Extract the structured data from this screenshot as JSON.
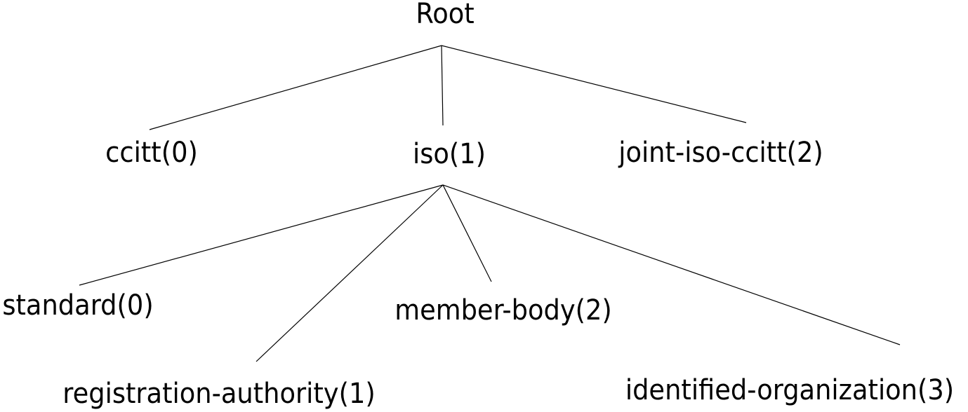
{
  "diagram": {
    "type": "tree",
    "nodes": {
      "root": "Root",
      "ccitt": "ccitt(0)",
      "iso": "iso(1)",
      "joint_iso_ccitt": "joint-iso-ccitt(2)",
      "standard": "standard(0)",
      "registration_authority": "registration-authority(1)",
      "member_body": "member-body(2)",
      "identified_organization": "identified-organization(3)"
    },
    "edges": [
      {
        "from": "root",
        "to": "ccitt"
      },
      {
        "from": "root",
        "to": "iso"
      },
      {
        "from": "root",
        "to": "joint_iso_ccitt"
      },
      {
        "from": "iso",
        "to": "standard"
      },
      {
        "from": "iso",
        "to": "registration_authority"
      },
      {
        "from": "iso",
        "to": "member_body"
      },
      {
        "from": "iso",
        "to": "identified_organization"
      }
    ],
    "colors": {
      "line": "#000000",
      "text": "#000000",
      "background": "#ffffff"
    }
  }
}
